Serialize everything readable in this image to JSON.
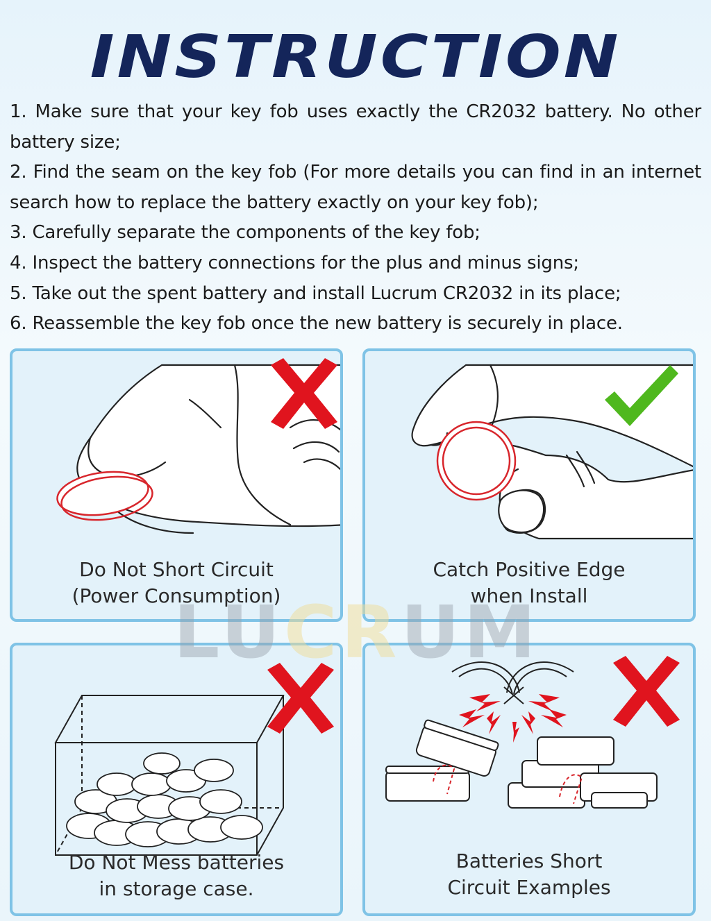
{
  "title": "INSTRUCTION",
  "steps": [
    "1. Make sure that your key fob uses exactly the CR2032 battery. No other battery size;",
    "2. Find the seam on the key fob (For more details you can find in an internet search how to replace the battery exactly on your key fob);",
    "3. Carefully separate the components of the key fob;",
    "4. Inspect the battery connections for the plus and minus signs;",
    "5. Take out the spent battery and install Lucrum CR2032 in its place;",
    "6. Reassemble the key fob once the new battery is securely in place."
  ],
  "panels": [
    {
      "line1": "Do Not Short Circuit",
      "line2": "(Power Consumption)",
      "mark": "cross-icon"
    },
    {
      "line1": "Catch Positive Edge",
      "line2": "when Install",
      "mark": "check-icon"
    },
    {
      "line1": "Do Not Mess batteries",
      "line2": "in storage case.",
      "mark": "cross-icon"
    },
    {
      "line1": "Batteries Short",
      "line2": "Circuit Examples",
      "mark": "cross-icon"
    }
  ],
  "watermark": {
    "part1": "LU",
    "part2": "CR",
    "part3": "UM"
  },
  "colors": {
    "title": "#14255a",
    "panel_border": "#7fc3e6",
    "panel_bg": "#e3f2fa",
    "cross": "#e0141e",
    "check": "#4fb81e",
    "battery_line": "#d8262c"
  }
}
